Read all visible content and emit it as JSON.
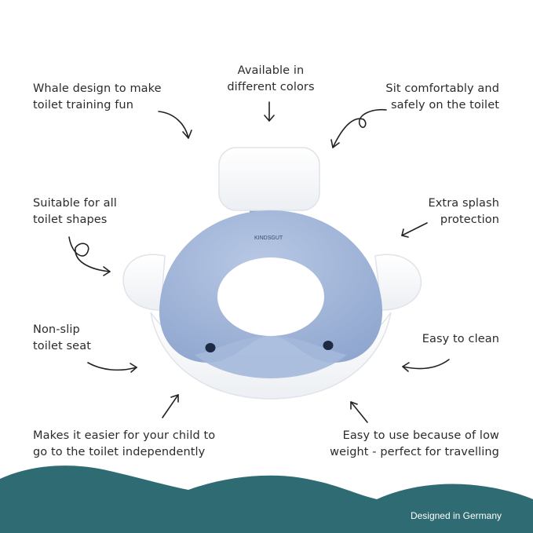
{
  "features": {
    "whale_design": [
      "Whale design to make",
      "toilet training fun"
    ],
    "colors": [
      "Available in",
      "different colors"
    ],
    "comfort": [
      "Sit comfortably and",
      "safely on the toilet"
    ],
    "shapes": [
      "Suitable for all",
      "toilet shapes"
    ],
    "splash": [
      "Extra splash",
      "protection"
    ],
    "non_slip": [
      "Non-slip",
      "toilet seat"
    ],
    "clean": [
      "Easy to clean"
    ],
    "independent": [
      "Makes it easier for your child to",
      "go to the toilet independently"
    ],
    "weight": [
      "Easy to use because of low",
      "weight - perfect for travelling"
    ]
  },
  "product": {
    "brand_logo": "KINDSGUT",
    "body_color": "#9fb5d8",
    "rim_color": "#ffffff"
  },
  "footer": {
    "text": "Designed in Germany",
    "wave_color": "#2f6b72"
  }
}
